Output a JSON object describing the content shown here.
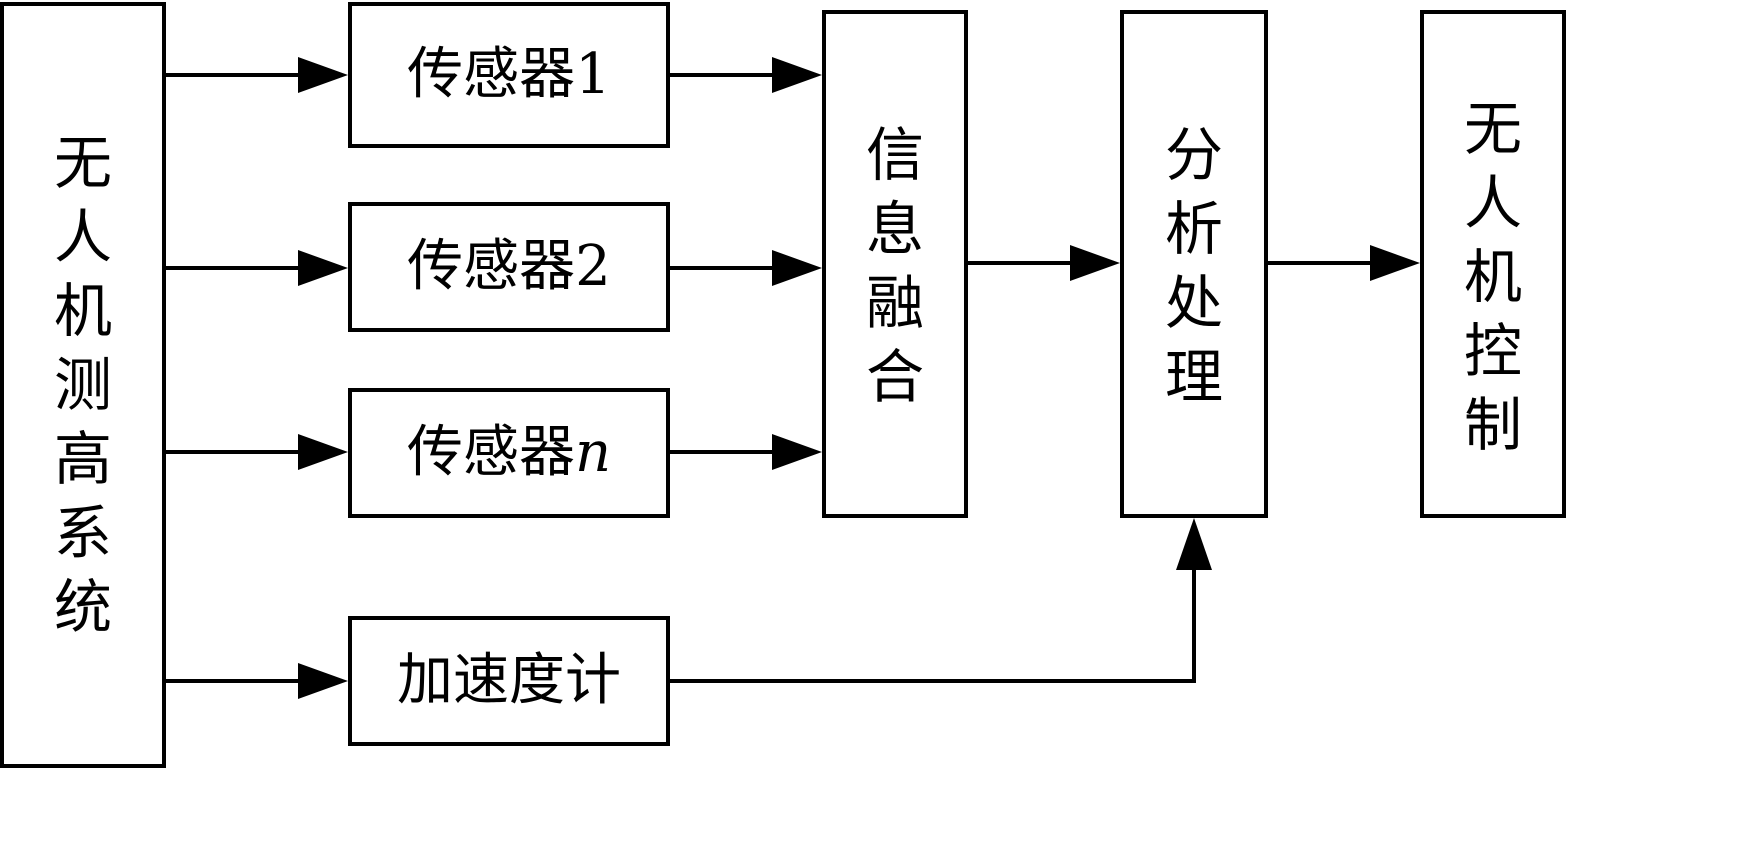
{
  "system_box": {
    "chars": [
      "无",
      "人",
      "机",
      "测",
      "高",
      "系",
      "统"
    ]
  },
  "sensor_1": {
    "text": "传感器",
    "suffix": "1"
  },
  "sensor_2": {
    "text": "传感器",
    "suffix": "2"
  },
  "sensor_n": {
    "text": "传感器",
    "suffix": "n"
  },
  "accelerometer": {
    "text": "加速度计"
  },
  "fusion_box": {
    "chars": [
      "信",
      "息",
      "融",
      "合"
    ]
  },
  "analysis_box": {
    "chars": [
      "分",
      "析",
      "处",
      "理"
    ]
  },
  "control_box": {
    "chars": [
      "无",
      "人",
      "机",
      "控",
      "制"
    ]
  }
}
